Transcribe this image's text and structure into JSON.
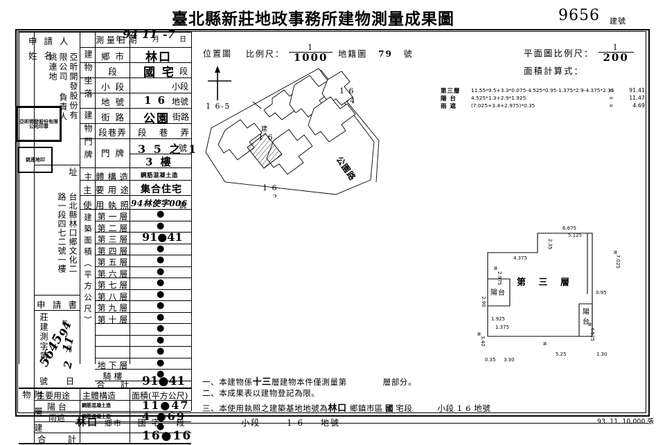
{
  "header": {
    "title": "臺北縣新莊地政事務所建物測量成果圖",
    "building_number": "9656",
    "building_number_label": "建號"
  },
  "info_table": {
    "applicant_header_1": "申 請 人",
    "applicant_header_2": "姓    名",
    "applicant_name": "亞昕開發股份有限公司 負責人 姚連地",
    "address_label": "址",
    "address_value": "台北縣林口鄉文化二路一段四七二號一樓",
    "application_form_label": "申 請 書",
    "doc_number_label": "莊建測字第",
    "doc_number_value": "5645",
    "doc_number_suffix": "號",
    "doc_date_year": "94",
    "doc_date_month": "11",
    "doc_date_day": "2",
    "doc_date_labels": "年 月 日",
    "survey_date_label": "測 量 日 期",
    "survey_date_year_lbl": "年",
    "survey_date_year": "94",
    "survey_date_month": "11",
    "survey_date_month_lbl": "月",
    "survey_date_day": "-7",
    "survey_date_day_lbl": "日",
    "location_label": "建 物 坐 落",
    "rows": [
      {
        "label": "鄉    市",
        "value": "林口",
        "suffix": ""
      },
      {
        "label": "段",
        "value": "國 宅",
        "suffix": "段"
      },
      {
        "label": "小    段",
        "value": "",
        "suffix": "小段"
      },
      {
        "label": "地    號",
        "value": "1 6",
        "suffix": "地號"
      }
    ],
    "door_label": "建 物 門 牌",
    "door_rows": [
      {
        "label": "街    路",
        "value": "公園",
        "suffix": "街路"
      },
      {
        "label": "段巷弄",
        "value": "",
        "suffix": "段    巷    弄"
      },
      {
        "label": "門    牌",
        "value": "3 5 之 1",
        "suffix": "號"
      },
      {
        "label": "",
        "value": "3 樓",
        "suffix": ""
      }
    ],
    "structure_label": "主 體 構 造",
    "structure_value": "鋼筋混凝土造",
    "main_use_label": "主 要 用 途",
    "main_use_value": "集合住宅",
    "permit_label": "使 用 執 照",
    "permit_value": "94林使字006",
    "permit_suffix": "號",
    "area_label": "建 築 面 積 ( 平 方 公 尺 )",
    "floor_rows": [
      {
        "label": "第 一 層",
        "value": "●"
      },
      {
        "label": "第 二 層",
        "value": "●"
      },
      {
        "label": "第 三 層",
        "value": "91●41"
      },
      {
        "label": "第 四 層",
        "value": "●"
      },
      {
        "label": "第 五 層",
        "value": "●"
      },
      {
        "label": "第 六 層",
        "value": "●"
      },
      {
        "label": "第 七 層",
        "value": "●"
      },
      {
        "label": "第 八 層",
        "value": "●"
      },
      {
        "label": "第 九 層",
        "value": "●"
      },
      {
        "label": "第 十 層",
        "value": "●"
      },
      {
        "label": "",
        "value": "●"
      },
      {
        "label": "",
        "value": "●"
      },
      {
        "label": "",
        "value": "●"
      },
      {
        "label": "地 下 層",
        "value": "●"
      },
      {
        "label": "騎    樓",
        "value": "●"
      }
    ],
    "total_label": "合        計",
    "total_value": "91●41",
    "attached_label": "附 屬 建 物",
    "attached_headers": [
      "主要用途",
      "主體構造",
      "面積(平方公尺)"
    ],
    "attached_rows": [
      {
        "use": "陽        台",
        "structure": "鋼筋混凝土造",
        "area": "11●47"
      },
      {
        "use": "雨遮",
        "structure": "鋼筋混凝土造",
        "area": "4 ●69"
      },
      {
        "use": "",
        "structure": "",
        "area": "●"
      }
    ],
    "attached_total_label": "合        計",
    "attached_total_value": "16●16"
  },
  "seals": {
    "seal_1": "亞昕開發股份有限公司印章",
    "seal_2": "姚連地印"
  },
  "location_map": {
    "label": "位置圖",
    "scale_label": "比例尺：",
    "scale_num": "1",
    "scale_den": "1000",
    "cadastral_label": "地籍圖",
    "cadastral_number": "79",
    "cadastral_suffix": "號",
    "north_arrow": "north-arrow",
    "parcels": [
      {
        "text": "1 6-5"
      },
      {
        "text": "1 6"
      },
      {
        "text": "-4"
      },
      {
        "text": "建"
      },
      {
        "text": "1 6"
      },
      {
        "text": "1 6"
      },
      {
        "text": "-3"
      }
    ],
    "street_name": "公園路"
  },
  "plan": {
    "scale_label": "平面圖比例尺：",
    "scale_num": "1",
    "scale_den": "200",
    "area_calc_label": "面積計算式：",
    "formulas": [
      {
        "label": "第三層",
        "expr": "11.55*9.5+3.3*0.075-4.525*0.95-1.375*2.9-4.375*2.35",
        "eq": "=",
        "result": "91.41"
      },
      {
        "label": "陽   台",
        "expr": "4.525*1.3+2.9*1.925",
        "eq": "=",
        "result": "11.47"
      },
      {
        "label": "雨   遮",
        "expr": "(7.025+3.4+2.975)*0.35",
        "eq": "=",
        "result": "4.69"
      }
    ],
    "floor_title": "第 三 層",
    "balcony_left": "陽台",
    "balcony_right": "陽台",
    "dims": {
      "top_outer": "6.675",
      "top_inner": "5.125",
      "top_left": "4.375",
      "step_v": "2.35",
      "left_upper": "2.975",
      "left_mid": "2.90",
      "left_bal_w": "1.925",
      "left_bal_w2": "1.375",
      "left_lower": "3.40",
      "bottom_left": "0.35",
      "bottom_left2": "3.30",
      "bottom_mid": "5.25",
      "bottom_right": "1.30",
      "right_upper": "7.025",
      "right_notch": "0.95",
      "right_lower": "4.525",
      "wall_label": "牆"
    }
  },
  "notes": [
    {
      "index": "一、",
      "text": "本建物係",
      "emph": "十三",
      "text2": "層建物本件僅測量第",
      "text3": "層部分。"
    },
    {
      "index": "二、",
      "text": "本成果表以建物登記為限。"
    },
    {
      "index": "三、",
      "text": "本使用執照之建築基地地號為",
      "emph": "林口",
      "text2": "鄉鎮市區",
      "emph2": "國",
      "text3": "宅段",
      "text4": "小段 1 6  地號"
    }
  ],
  "footer": {
    "town": "林口",
    "town_label": "鄉市",
    "section": "國 宅",
    "section_label": "段",
    "subsection_label": "小段",
    "parcel": "1 6",
    "parcel_label": "地號",
    "print_info": "93. 11. 10,000 張"
  }
}
